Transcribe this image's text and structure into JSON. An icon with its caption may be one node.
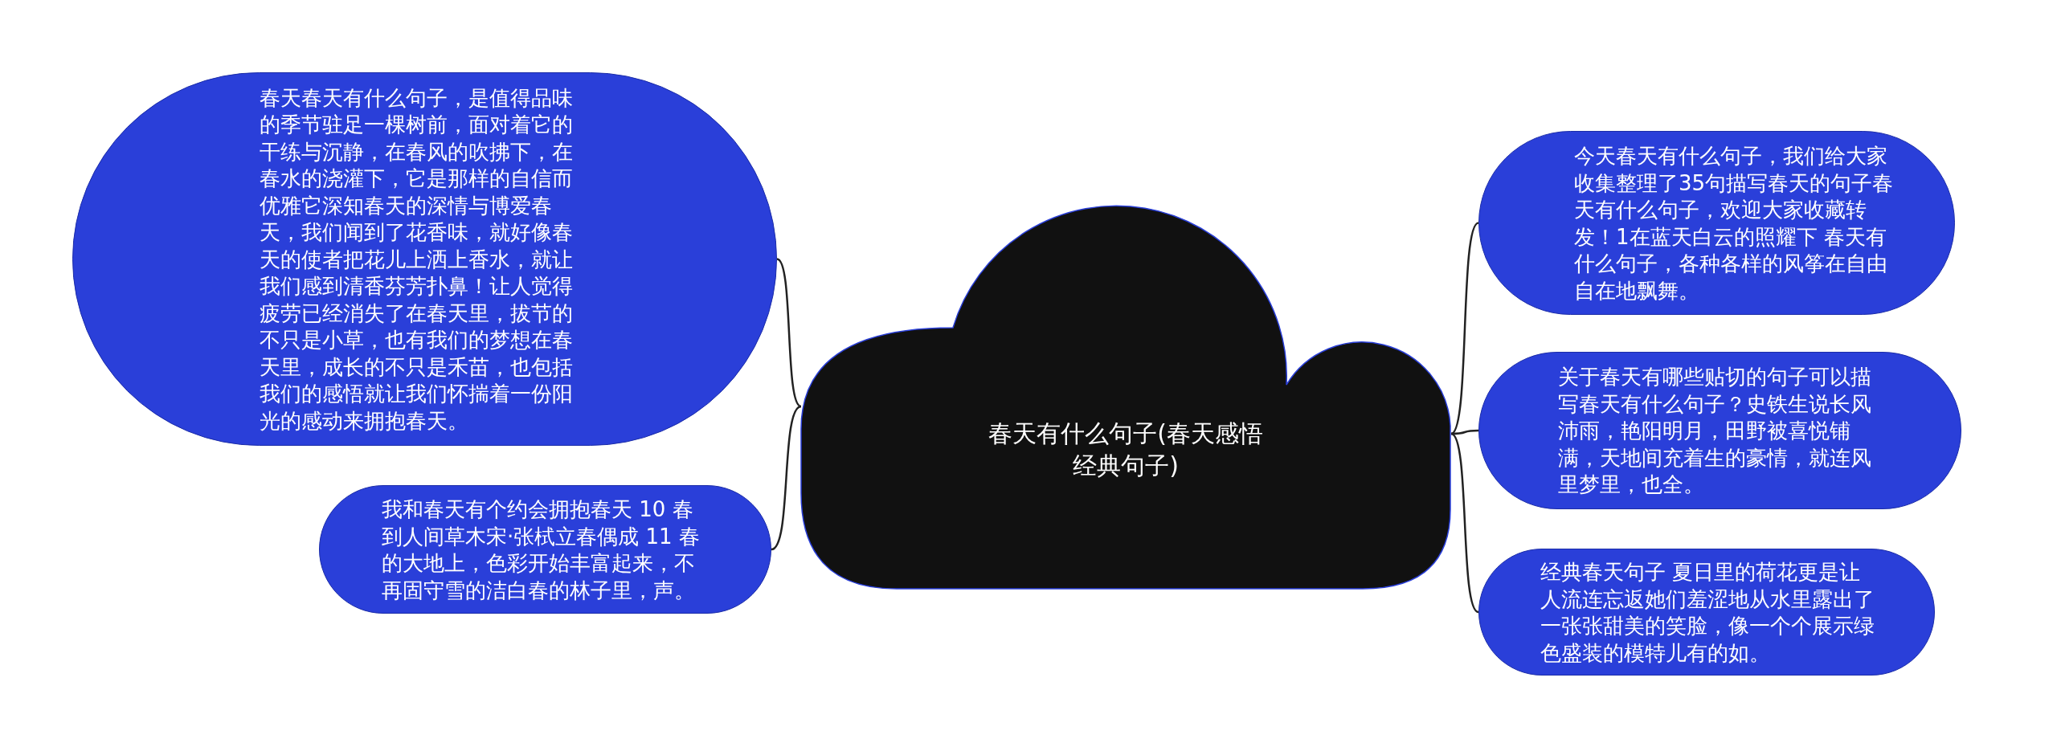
{
  "diagram": {
    "nodes": [
      {
        "text": [
          "春天有什么句子(春天感悟经典句子)"
        ]
      },
      {
        "text": [
          "春天春天有什么句子，是值得品味的季节驻足一棵树前，面对着它的干练与沉静，在春风的吹拂下，在春水的浇灌下，它是那样的自信而优雅它深知春天的深情与博爱春天，我们闻到了花香味，就好像春天的使者把花儿上洒上香水，就让我们感到清香芬芳扑鼻！让人觉得疲劳已经消失了在春天里，拔节的不只是小草，也有我们的梦想在春天里，成长的不只是禾苗，也包括我们的感悟就让我们怀揣着一份阳光的感动来拥抱春天。"
        ]
      },
      {
        "text": [
          "我和春天有个约会拥抱春天 10 春到人间草木宋·张栻立春偶成 11 春的大地上，色彩开始丰富起来，不再固守雪的洁白春的林子里，声。"
        ]
      },
      {
        "text": [
          "今天春天有什么句子，我们给大家收集整理了35句描写春天的句子春天有什么句子，欢迎大家收藏转发！1在蓝天白云的照耀下 春天有什么句子，各种各样的风筝在自由自在地飘舞。"
        ]
      },
      {
        "text": [
          "关于春天有哪些贴切的句子可以描写春天有什么句子？史铁生说长风沛雨，艳阳明月，田野被喜悦铺满，天地间充着生的豪情，就连风里梦里，也全。"
        ]
      },
      {
        "text": [
          "经典春天句子 夏日里的荷花更是让人流连忘返她们羞涩地从水里露出了一张张甜美的笑脸，像一个个展示绿色盛装的模特儿有的如。"
        ]
      }
    ],
    "edges": [
      {
        "from": 0,
        "to": 1,
        "arrow": "none"
      },
      {
        "from": 0,
        "to": 2,
        "arrow": "none"
      },
      {
        "from": 0,
        "to": 3,
        "arrow": "none"
      },
      {
        "from": 0,
        "to": 4,
        "arrow": "none"
      },
      {
        "from": 0,
        "to": 5,
        "arrow": "none"
      }
    ]
  }
}
